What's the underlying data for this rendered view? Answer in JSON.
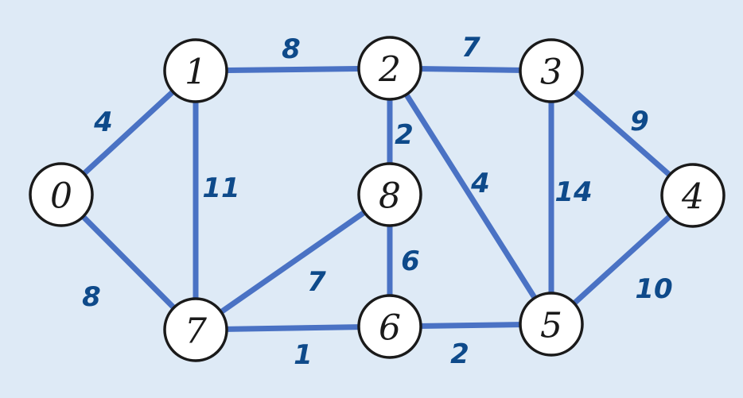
{
  "colors": {
    "background": "#deeaf6",
    "edge": "#4a72c4",
    "weight_text": "#0e4a8a",
    "node_fill": "#ffffff",
    "node_stroke": "#1a1a1a"
  },
  "graph": {
    "nodes": [
      {
        "id": "0",
        "label": "0"
      },
      {
        "id": "1",
        "label": "1"
      },
      {
        "id": "2",
        "label": "2"
      },
      {
        "id": "3",
        "label": "3"
      },
      {
        "id": "4",
        "label": "4"
      },
      {
        "id": "5",
        "label": "5"
      },
      {
        "id": "6",
        "label": "6"
      },
      {
        "id": "7",
        "label": "7"
      },
      {
        "id": "8",
        "label": "8"
      }
    ],
    "edges": [
      {
        "from": "0",
        "to": "1",
        "weight": "4"
      },
      {
        "from": "0",
        "to": "7",
        "weight": "8"
      },
      {
        "from": "1",
        "to": "2",
        "weight": "8"
      },
      {
        "from": "1",
        "to": "7",
        "weight": "11"
      },
      {
        "from": "2",
        "to": "3",
        "weight": "7"
      },
      {
        "from": "2",
        "to": "8",
        "weight": "2"
      },
      {
        "from": "2",
        "to": "5",
        "weight": "4"
      },
      {
        "from": "3",
        "to": "4",
        "weight": "9"
      },
      {
        "from": "3",
        "to": "5",
        "weight": "14"
      },
      {
        "from": "4",
        "to": "5",
        "weight": "10"
      },
      {
        "from": "5",
        "to": "6",
        "weight": "2"
      },
      {
        "from": "6",
        "to": "7",
        "weight": "1"
      },
      {
        "from": "6",
        "to": "8",
        "weight": "6"
      },
      {
        "from": "7",
        "to": "8",
        "weight": "7"
      }
    ]
  }
}
